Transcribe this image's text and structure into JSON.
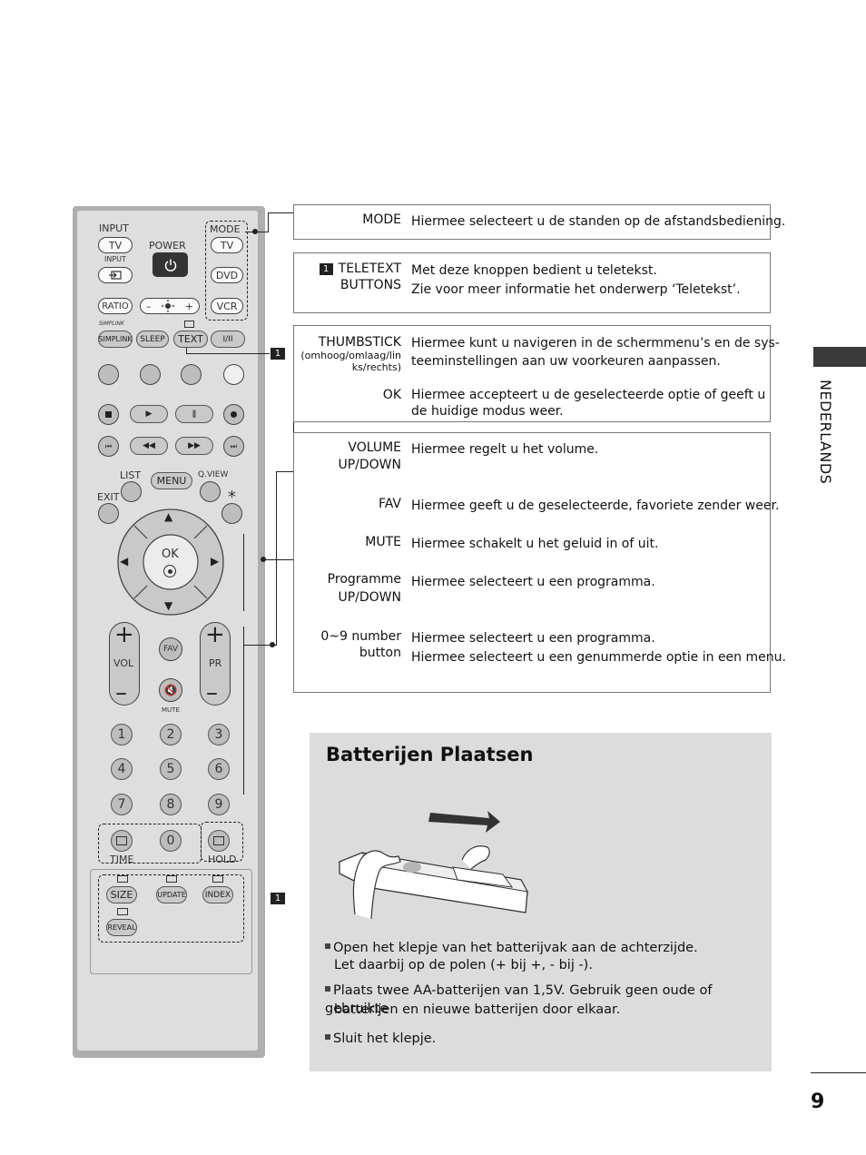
{
  "remote": {
    "input_top_label": "INPUT",
    "tv_label": "TV",
    "input_small_label": "INPUT",
    "power_label": "POWER",
    "mode_label": "MODE",
    "mode_tv": "TV",
    "mode_dvd": "DVD",
    "mode_vcr": "VCR",
    "ratio_label": "RATIO",
    "brightness_minus": "–",
    "brightness_plus": "+",
    "simplink_logo": "SIMPLINK",
    "simplink_label": "SIMPLINK",
    "sleep_label": "SLEEP",
    "text_label": "TEXT",
    "i_ii_label": "I/II",
    "list_label": "LIST",
    "menu_label": "MENU",
    "qview_label": "Q.VIEW",
    "exit_label": "EXIT",
    "star_label": "*",
    "ok_label": "OK",
    "vol_label": "VOL",
    "pr_label": "PR",
    "fav_label": "FAV",
    "mute_label": "MUTE",
    "numbers": [
      "1",
      "2",
      "3",
      "4",
      "5",
      "6",
      "7",
      "8",
      "9"
    ],
    "zero": "0",
    "time_label": "TIME",
    "hold_label": "HOLD",
    "size_label": "SIZE",
    "update_label": "UPDATE",
    "index_label": "INDEX",
    "reveal_label": "REVEAL",
    "badge_1": "1",
    "badge_2": "1"
  },
  "callouts": {
    "mode": {
      "term": "MODE",
      "desc": "Hiermee selecteert u de standen op de afstandsbediening."
    },
    "teletext": {
      "badge": "1",
      "term_line1": "TELETEXT",
      "term_line2": "BUTTONS",
      "desc_line1": "Met deze knoppen bedient u teletekst.",
      "desc_line2": "Zie voor meer informatie het onderwerp ‘Teletekst’."
    },
    "thumbstick": {
      "term": "THUMBSTICK",
      "term_sub": "(omhoog/omlaag/links/rechts)",
      "desc_line1": "Hiermee kunt u navigeren in de schermmenu’s en de sys-",
      "desc_line2": "teeminstellingen aan uw voorkeuren aanpassen."
    },
    "ok": {
      "term": "OK",
      "desc_line1": "Hiermee accepteert u de geselecteerde optie of geeft u",
      "desc_line2": "de huidige modus weer."
    },
    "volume": {
      "term_line1": "VOLUME",
      "term_line2": "UP/DOWN",
      "desc": "Hiermee regelt u het volume."
    },
    "fav": {
      "term": "FAV",
      "desc": "Hiermee geeft u de geselecteerde, favoriete zender weer."
    },
    "mute": {
      "term": "MUTE",
      "desc": "Hiermee schakelt u het geluid in of uit."
    },
    "programme": {
      "term_line1": "Programme",
      "term_line2": "UP/DOWN",
      "desc": "Hiermee selecteert u een programma."
    },
    "number": {
      "term_line1": "0~9 number",
      "term_line2": "button",
      "desc_line1": "Hiermee selecteert u een programma.",
      "desc_line2": "Hiermee selecteert u een genummerde optie in een menu."
    }
  },
  "battery": {
    "title": "Batterijen Plaatsen",
    "bullet1_line1": "Open het klepje van het batterijvak aan de achterzijde.",
    "bullet1_line2": "Let daarbij op de polen (+ bij +, - bij -).",
    "bullet2_line1": "Plaats twee AA-batterijen van 1,5V. Gebruik geen oude of gebruikte",
    "bullet2_line2": "batterijen en nieuwe batterijen door elkaar.",
    "bullet3": "Sluit het klepje."
  },
  "side_tab": "NEDERLANDS",
  "page_number": "9"
}
